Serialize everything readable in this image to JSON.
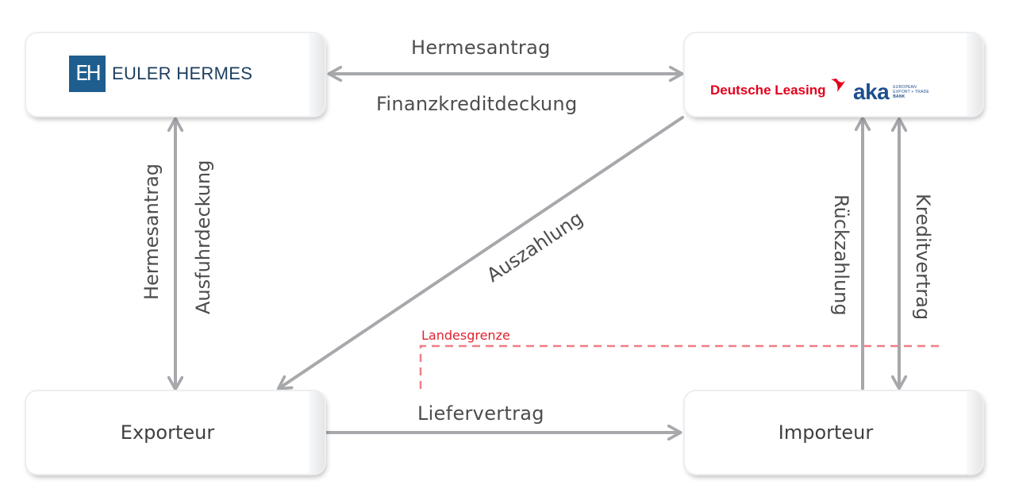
{
  "nodes": {
    "euler_hermes": {
      "logo_mark": "EH",
      "logo_text": "EULER HERMES",
      "brand_color": "#1d5e8e"
    },
    "bank": {
      "deutsche_leasing": "Deutsche Leasing",
      "aka": "aka",
      "aka_sub_1": "EUROPEAN",
      "aka_sub_2": "EXPORT + TRADE",
      "aka_sub_3": "BANK",
      "dl_color": "#e3001b",
      "aka_color": "#1d4f8c"
    },
    "exporteur": "Exporteur",
    "importeur": "Importeur"
  },
  "edges": {
    "top_above": "Hermesantrag",
    "top_below": "Finanzkreditdeckung",
    "left_outer": "Hermesantrag",
    "left_inner": "Ausfuhrdeckung",
    "diagonal": "Auszahlung",
    "bottom": "Liefervertrag",
    "right_inner": "Rückzahlung",
    "right_outer": "Kreditvertrag"
  },
  "border": {
    "label": "Landesgrenze",
    "color": "#e1232e"
  },
  "colors": {
    "arrow": "#a6a8ab",
    "text": "#4d4d4d"
  }
}
